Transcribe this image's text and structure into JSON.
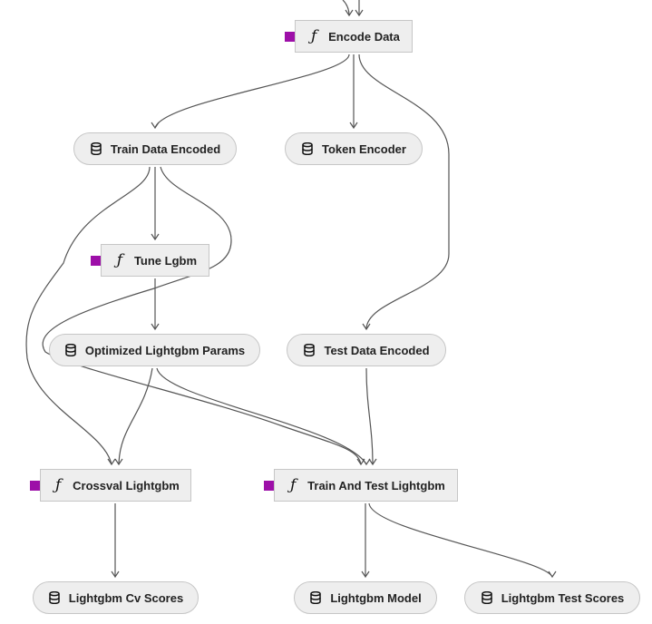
{
  "graph": {
    "colors": {
      "node_fill": "#eeeeee",
      "node_border": "#c6c6c6",
      "edge": "#555555",
      "task_marker": "#9d0fa8",
      "text": "#222222"
    },
    "icons": {
      "dataset": "database-icon",
      "task": "function-icon"
    },
    "nodes": [
      {
        "id": "encode-data",
        "label": "Encode Data",
        "type": "task"
      },
      {
        "id": "train-data-encoded",
        "label": "Train Data Encoded",
        "type": "dataset"
      },
      {
        "id": "token-encoder",
        "label": "Token Encoder",
        "type": "dataset"
      },
      {
        "id": "tune-lgbm",
        "label": "Tune Lgbm",
        "type": "task"
      },
      {
        "id": "optimized-lightgbm-params",
        "label": "Optimized Lightgbm Params",
        "type": "dataset"
      },
      {
        "id": "test-data-encoded",
        "label": "Test Data Encoded",
        "type": "dataset"
      },
      {
        "id": "crossval-lightgbm",
        "label": "Crossval Lightgbm",
        "type": "task"
      },
      {
        "id": "train-and-test-lightgbm",
        "label": "Train And Test Lightgbm",
        "type": "task"
      },
      {
        "id": "lightgbm-cv-scores",
        "label": "Lightgbm Cv Scores",
        "type": "dataset"
      },
      {
        "id": "lightgbm-model",
        "label": "Lightgbm Model",
        "type": "dataset"
      },
      {
        "id": "lightgbm-test-scores",
        "label": "Lightgbm Test Scores",
        "type": "dataset"
      }
    ],
    "edges": [
      {
        "from": "encode-data",
        "to": "train-data-encoded"
      },
      {
        "from": "encode-data",
        "to": "token-encoder"
      },
      {
        "from": "encode-data",
        "to": "test-data-encoded"
      },
      {
        "from": "train-data-encoded",
        "to": "tune-lgbm"
      },
      {
        "from": "train-data-encoded",
        "to": "crossval-lightgbm"
      },
      {
        "from": "train-data-encoded",
        "to": "train-and-test-lightgbm"
      },
      {
        "from": "tune-lgbm",
        "to": "optimized-lightgbm-params"
      },
      {
        "from": "optimized-lightgbm-params",
        "to": "crossval-lightgbm"
      },
      {
        "from": "optimized-lightgbm-params",
        "to": "train-and-test-lightgbm"
      },
      {
        "from": "test-data-encoded",
        "to": "train-and-test-lightgbm"
      },
      {
        "from": "crossval-lightgbm",
        "to": "lightgbm-cv-scores"
      },
      {
        "from": "train-and-test-lightgbm",
        "to": "lightgbm-model"
      },
      {
        "from": "train-and-test-lightgbm",
        "to": "lightgbm-test-scores"
      }
    ]
  }
}
